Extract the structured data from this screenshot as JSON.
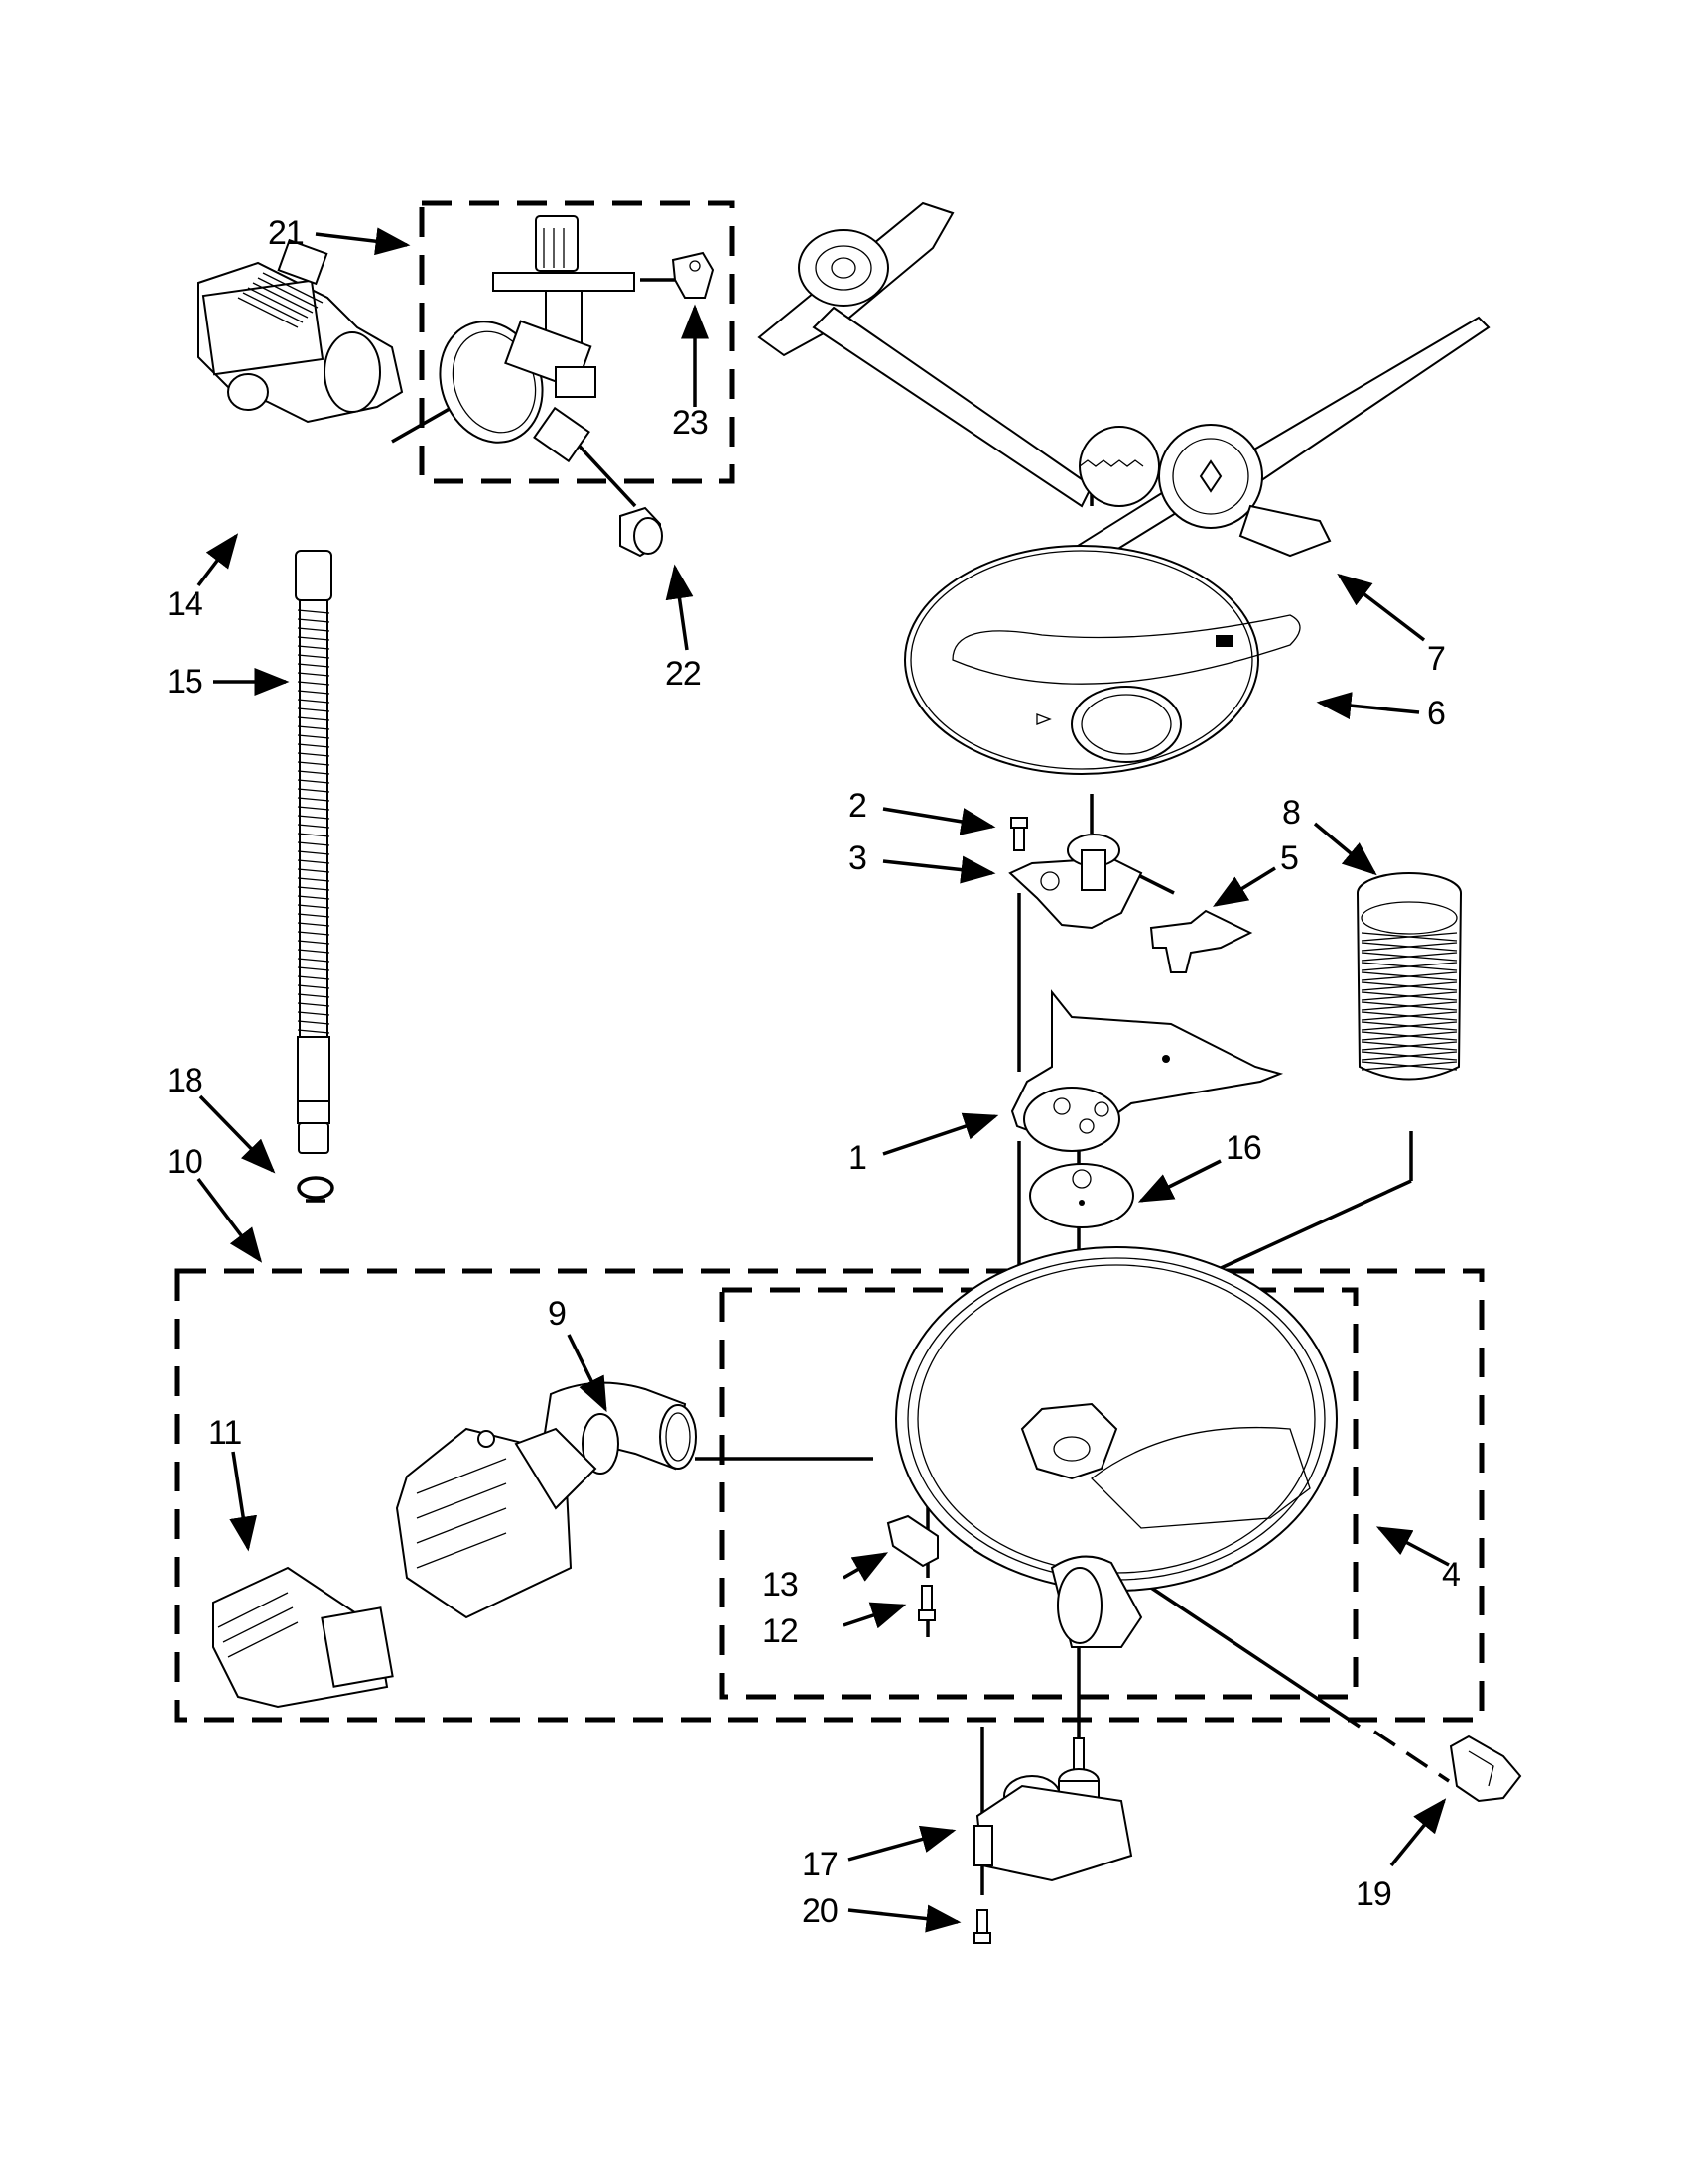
{
  "diagram": {
    "type": "exploded-parts-diagram",
    "colors": {
      "ink": "#000000",
      "background": "#ffffff"
    },
    "callouts": [
      {
        "id": "1",
        "label": "1",
        "part": "pump-manifold-plate"
      },
      {
        "id": "2",
        "label": "2",
        "part": "screw"
      },
      {
        "id": "3",
        "label": "3",
        "part": "spray-arm-mount"
      },
      {
        "id": "4",
        "label": "4",
        "part": "sump-assembly"
      },
      {
        "id": "5",
        "label": "5",
        "part": "diverter-valve-clip"
      },
      {
        "id": "6",
        "label": "6",
        "part": "filter-cover-plate"
      },
      {
        "id": "7",
        "label": "7",
        "part": "lower-spray-arm"
      },
      {
        "id": "8",
        "label": "8",
        "part": "filter-basket"
      },
      {
        "id": "9",
        "label": "9",
        "part": "pump-hose-elbow"
      },
      {
        "id": "10",
        "label": "10",
        "part": "pump-and-motor-assembly"
      },
      {
        "id": "11",
        "label": "11",
        "part": "motor-shield"
      },
      {
        "id": "12",
        "label": "12",
        "part": "screw"
      },
      {
        "id": "13",
        "label": "13",
        "part": "sensor-bracket"
      },
      {
        "id": "14",
        "label": "14",
        "part": "drain-pump"
      },
      {
        "id": "15",
        "label": "15",
        "part": "drain-hose"
      },
      {
        "id": "16",
        "label": "16",
        "part": "diverter-disc"
      },
      {
        "id": "17",
        "label": "17",
        "part": "diverter-motor"
      },
      {
        "id": "18",
        "label": "18",
        "part": "hose-clamp"
      },
      {
        "id": "19",
        "label": "19",
        "part": "turbidity-sensor"
      },
      {
        "id": "20",
        "label": "20",
        "part": "screw"
      },
      {
        "id": "21",
        "label": "21",
        "part": "drain-housing-assembly"
      },
      {
        "id": "22",
        "label": "22",
        "part": "check-valve"
      },
      {
        "id": "23",
        "label": "23",
        "part": "drain-valve-connector"
      }
    ]
  }
}
